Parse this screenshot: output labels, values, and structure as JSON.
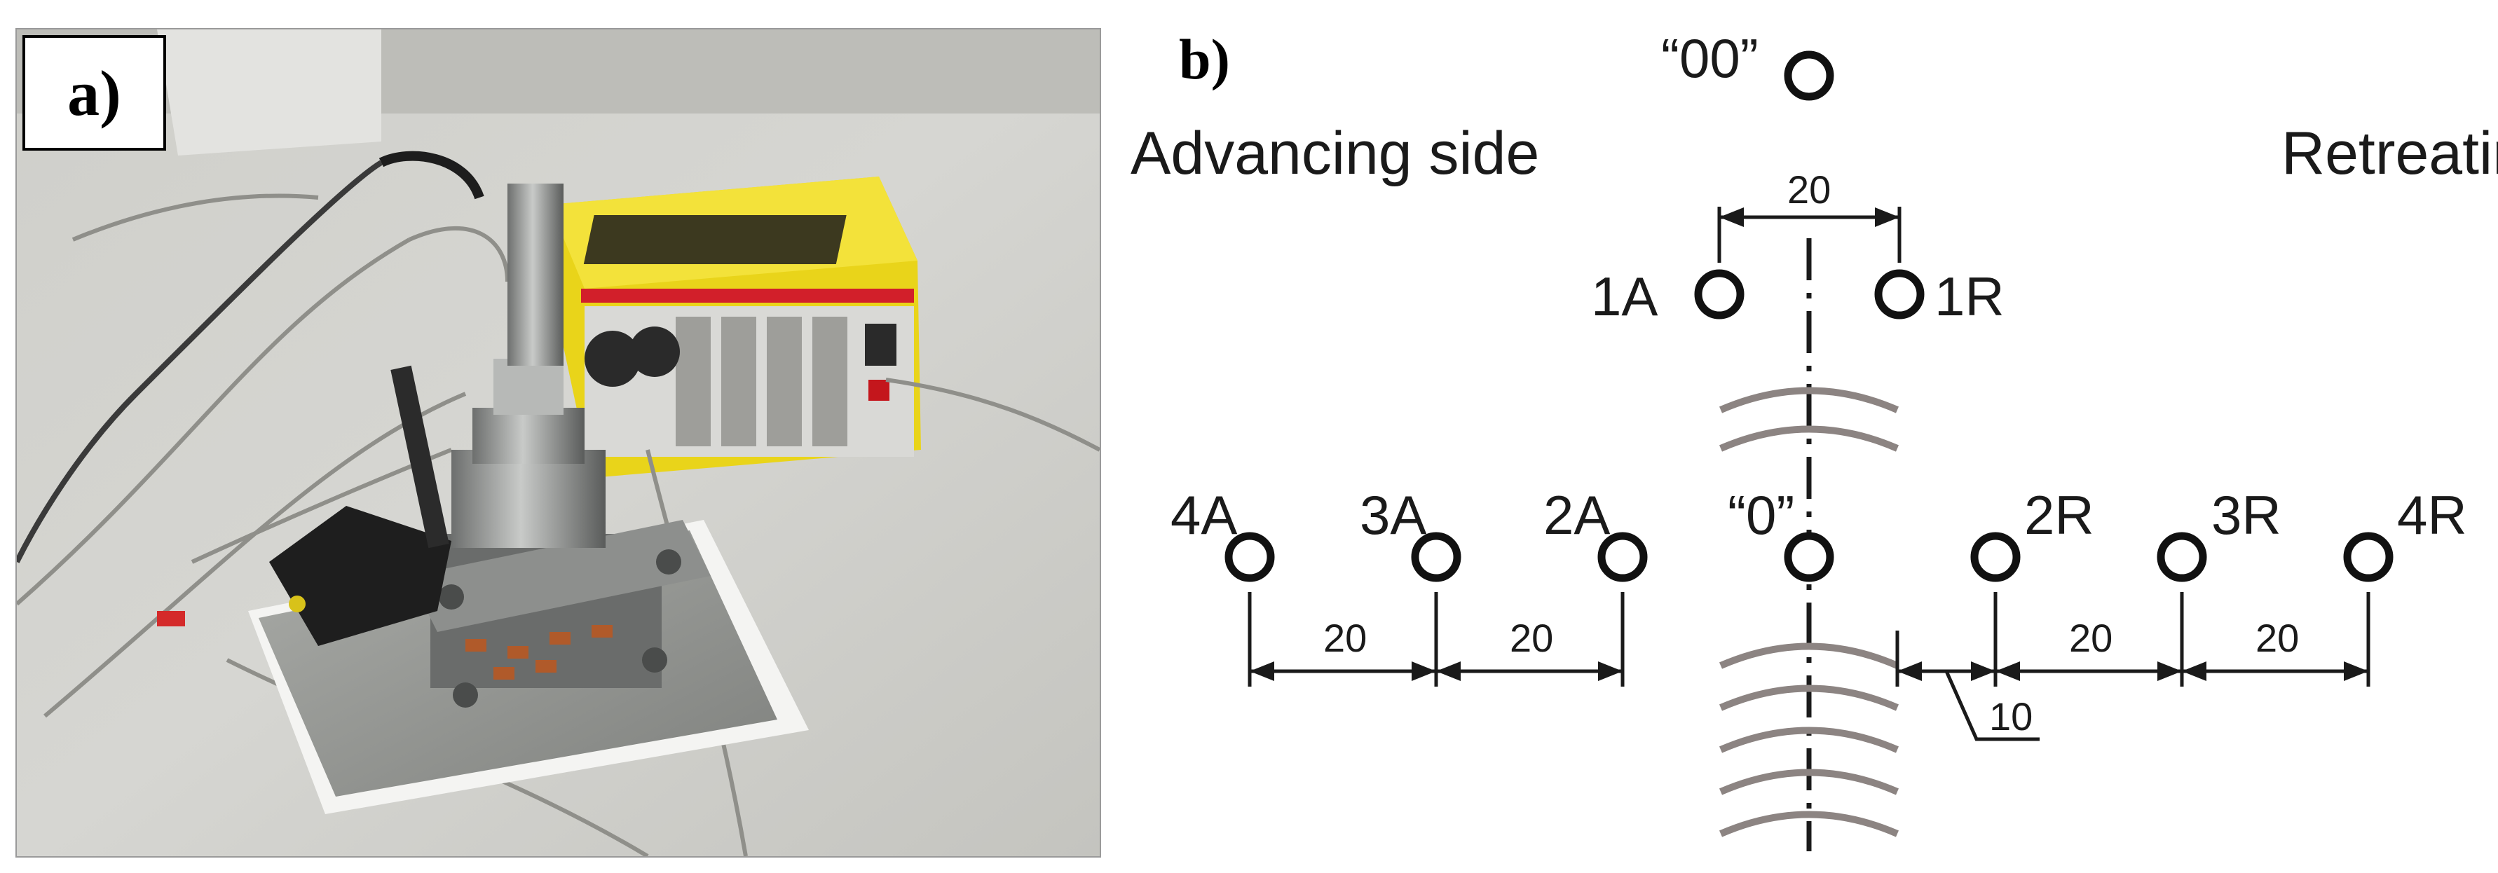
{
  "panel_a": {
    "label": "a)"
  },
  "panel_b": {
    "label": "b)",
    "advancing_side": "Advancing side",
    "retreating_side": "Retreating side",
    "points": {
      "p00": "“00”",
      "p1A": "1A",
      "p1R": "1R",
      "p0": "“0”",
      "p2A": "2A",
      "p3A": "3A",
      "p4A": "4A",
      "p2R": "2R",
      "p3R": "3R",
      "p4R": "4R"
    },
    "dimensions": {
      "top": "20",
      "a_left": "20",
      "a_right": "20",
      "r_left": "20",
      "r_right": "20",
      "offset": "10"
    }
  }
}
